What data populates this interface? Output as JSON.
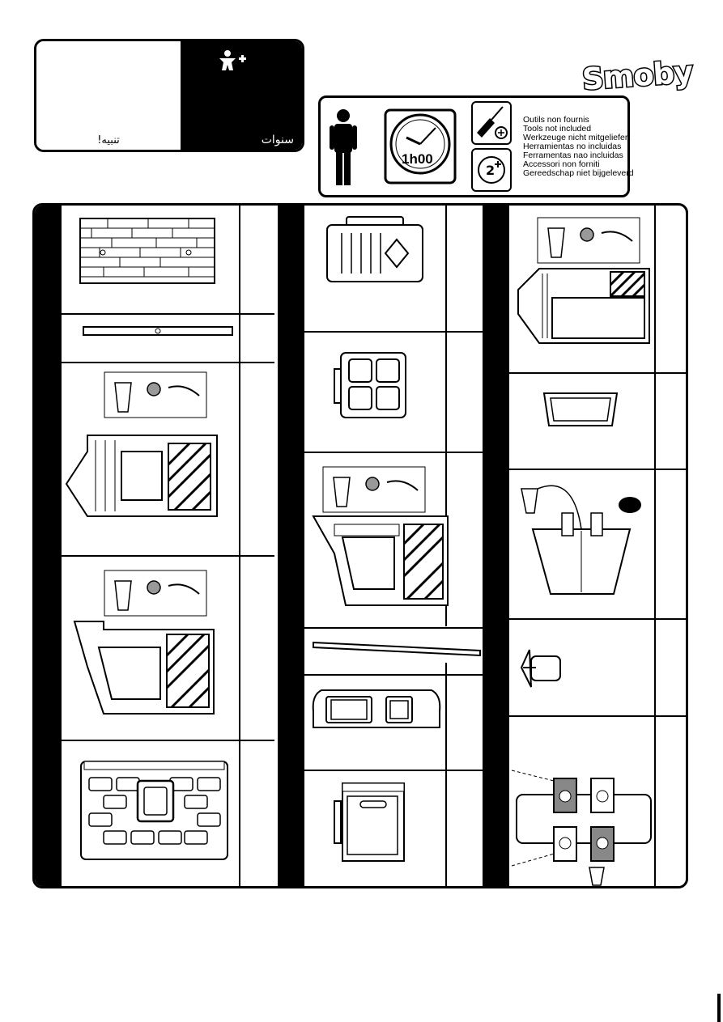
{
  "warning": {
    "left_text": "تنبيه!",
    "right_text": "سنوات",
    "age_icon": "child-plus-icon"
  },
  "logo": {
    "text": "Smoby"
  },
  "info": {
    "duration": "1h00",
    "person_icon": "person-icon",
    "clock_icon": "clock-icon",
    "screwdriver_icon": "screwdriver-icon",
    "age_badge_icon": "age-2-plus-icon",
    "tools_not_included": [
      "Outils non  fournis",
      "Tools not included",
      "Werkzeuge nicht mitgeliefert",
      "Herramientas no incluidas",
      "Ferramentas nao incluidas",
      "Accessori non forniti",
      "Gereedschap niet bijgeleverd"
    ]
  },
  "steps": {
    "col1": [
      "brick-wall-panel",
      "long-bar",
      "side-panel-with-window-and-insert",
      "side-panel-with-door-and-insert",
      "brick-front-panel"
    ],
    "col2": [
      "shutter-panel",
      "four-pane-window",
      "side-panel-with-insert",
      "long-rod",
      "double-window-frame",
      "door-panel"
    ],
    "col3": [
      "panel-with-insert",
      "flower-box",
      "base-assembly",
      "knob",
      "floor-assembly"
    ]
  }
}
